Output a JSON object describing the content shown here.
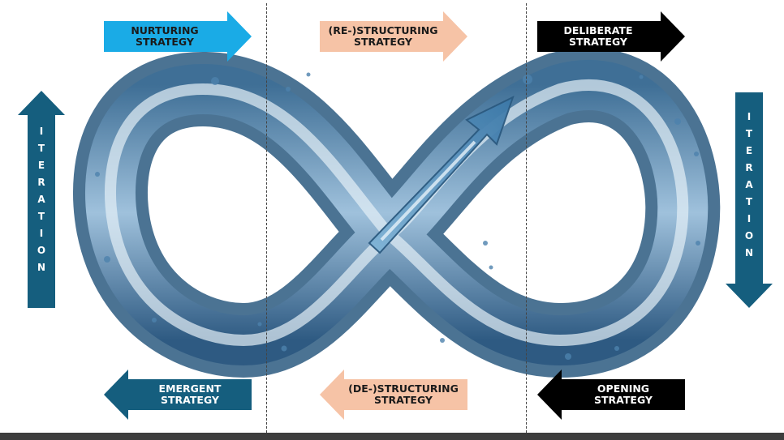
{
  "colors": {
    "nurturing": "#1aabe6",
    "restructuring": "#f6c3a6",
    "deliberate": "#000000",
    "emergent": "#155e7e",
    "destructuring": "#f6c3a6",
    "opening": "#000000",
    "iteration": "#155e7e",
    "water_dark": "#2f5f86",
    "water_mid": "#6c9cc2",
    "water_light": "#d6e6f1"
  },
  "top": {
    "nurturing": "NURTURING\nSTRATEGY",
    "restructuring": "(RE-)STRUCTURING\nSTRATEGY",
    "deliberate": "DELIBERATE\nSTRATEGY"
  },
  "bottom": {
    "emergent": "EMERGENT\nSTRATEGY",
    "destructuring": "(DE-)STRUCTURING\nSTRATEGY",
    "opening": "OPENING\nSTRATEGY"
  },
  "iteration": {
    "left_letters": [
      "I",
      "T",
      "E",
      "R",
      "A",
      "T",
      "I",
      "O",
      "N"
    ],
    "right_letters": [
      "I",
      "T",
      "E",
      "R",
      "A",
      "T",
      "I",
      "O",
      "N"
    ]
  },
  "icons": {
    "infinity": "water-infinity-loop-icon",
    "growth_arrow": "water-growth-arrow-icon"
  }
}
